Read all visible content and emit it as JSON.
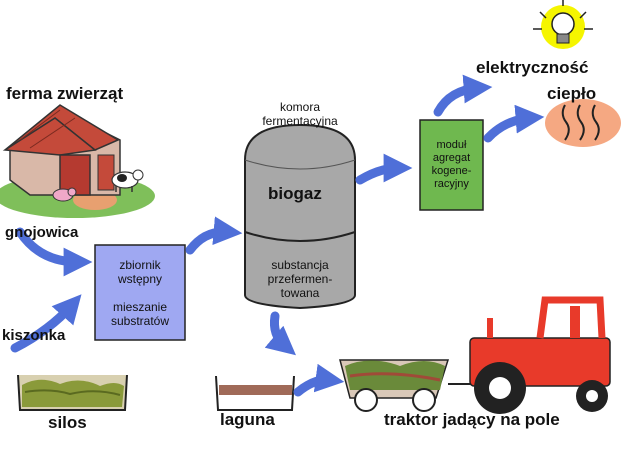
{
  "labels": {
    "farm": "ferma zwierząt",
    "manure": "gnojowica",
    "silage": "kiszonka",
    "silo": "silos",
    "chamber": "komora\nfermentacyjna",
    "biogas": "biogaz",
    "digestate": "substancja\nprzefermen-\ntowana",
    "tank": "zbiornik\nwstępny",
    "mixing": "mieszanie\nsubstratów",
    "chp": "moduł\nagregat\nkogene-\nracyjny",
    "electricity": "elektryczność",
    "heat": "ciepło",
    "lagoon": "laguna",
    "tractor": "traktor jadący na pole"
  },
  "colors": {
    "arrow": "#4f6fd8",
    "tank_fill": "#9fa8f2",
    "chp_fill": "#6fb84f",
    "fermenter_fill": "#a8a8a8",
    "tractor_red": "#e83a2a",
    "bulb_glow": "#f5f500",
    "heat_glow": "#f5a882",
    "barn_roof": "#c44a3a"
  }
}
